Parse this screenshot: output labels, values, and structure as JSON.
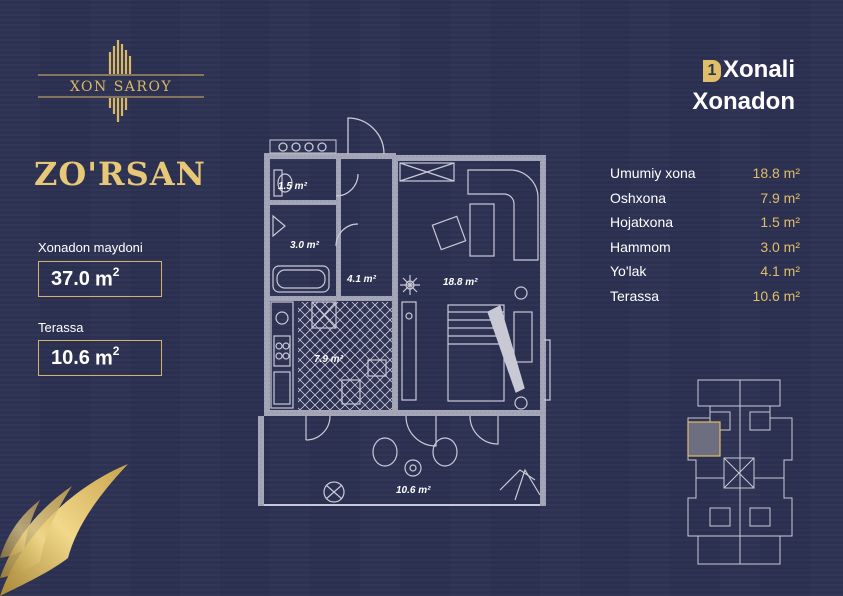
{
  "brand": {
    "logo_text": "XON SAROY",
    "project_name": "ZO'RSAN"
  },
  "apartment": {
    "area_label": "Xonadon maydoni",
    "area_value": "37.0",
    "terrace_label": "Terassa",
    "terrace_value": "10.6",
    "unit": "m",
    "unit_exp": "2"
  },
  "title": {
    "rooms_count": "1",
    "line1": "Xonali",
    "line2": "Xonadon"
  },
  "rooms": [
    {
      "name": "Umumiy xona",
      "area": "18.8",
      "unit": "m²"
    },
    {
      "name": "Oshxona",
      "area": "7.9",
      "unit": "m²"
    },
    {
      "name": "Hojatxona",
      "area": "1.5",
      "unit": "m²"
    },
    {
      "name": "Hammom",
      "area": "3.0",
      "unit": "m²"
    },
    {
      "name": "Yo'lak",
      "area": "4.1",
      "unit": "m²"
    },
    {
      "name": "Terassa",
      "area": "10.6",
      "unit": "m²"
    }
  ],
  "plan_labels": {
    "toilet": "1.5 m²",
    "bath": "3.0 m²",
    "corridor": "4.1 m²",
    "living": "18.8 m²",
    "kitchen": "7.9 m²",
    "terrace": "10.6 m²"
  },
  "colors": {
    "background": "#2d3152",
    "gold": "#e0bd69",
    "wall": "#c9c9d6",
    "highlight": "#6d6f80"
  }
}
